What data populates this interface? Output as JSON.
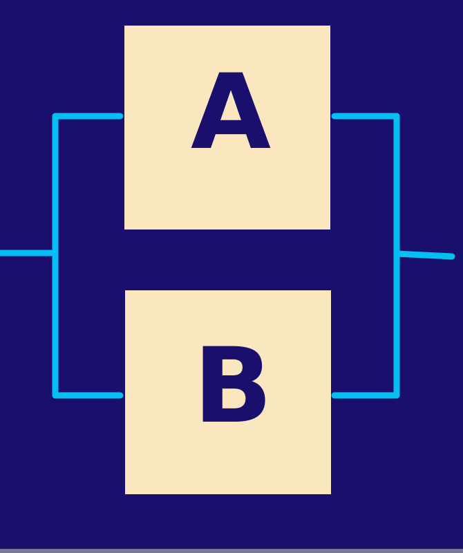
{
  "diagram": {
    "type": "parallel-block-diagram",
    "blocks": [
      {
        "id": "A",
        "label": "A"
      },
      {
        "id": "B",
        "label": "B"
      }
    ],
    "connections": [
      {
        "from": "input",
        "to": "A"
      },
      {
        "from": "input",
        "to": "B"
      },
      {
        "from": "A",
        "to": "output"
      },
      {
        "from": "B",
        "to": "output"
      }
    ]
  },
  "colors": {
    "background": "#1b0f6e",
    "block_fill": "#fae6bf",
    "block_text": "#1b0f6e",
    "wire": "#06bff2",
    "bottom_edge": "#7a7798"
  }
}
